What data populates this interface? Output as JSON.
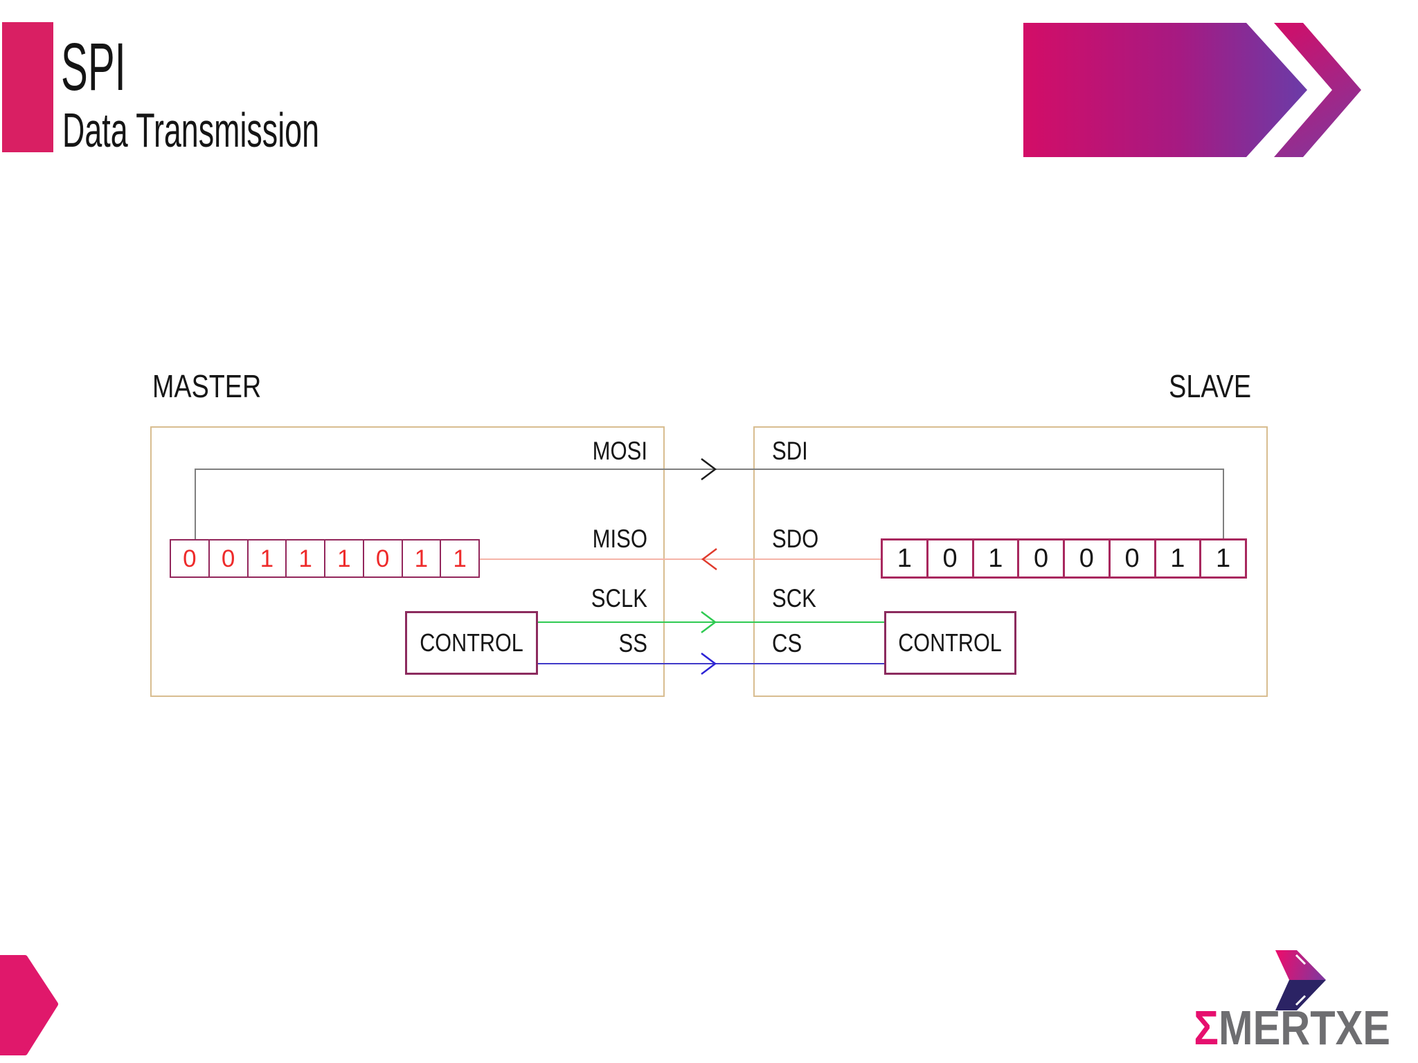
{
  "slide": {
    "title": "SPI",
    "subtitle": "Data Transmission"
  },
  "diagram": {
    "master": {
      "label": "MASTER",
      "register_bits": [
        "0",
        "0",
        "1",
        "1",
        "1",
        "0",
        "1",
        "1"
      ],
      "control_label": "CONTROL"
    },
    "slave": {
      "label": "SLAVE",
      "register_bits": [
        "1",
        "0",
        "1",
        "0",
        "0",
        "0",
        "1",
        "1"
      ],
      "control_label": "CONTROL"
    },
    "signals": [
      {
        "master_pin": "MOSI",
        "slave_pin": "SDI",
        "direction": "master-to-slave",
        "line_color": "#7f7f7f",
        "arrow_color": "#1c1c1c"
      },
      {
        "master_pin": "MISO",
        "slave_pin": "SDO",
        "direction": "slave-to-master",
        "line_color": "#f5b4a8",
        "arrow_color": "#e03a2c"
      },
      {
        "master_pin": "SCLK",
        "slave_pin": "SCK",
        "direction": "master-to-slave",
        "line_color": "#2fca52",
        "arrow_color": "#2fca52"
      },
      {
        "master_pin": "SS",
        "slave_pin": "CS",
        "direction": "master-to-slave",
        "line_color": "#413ac8",
        "arrow_color": "#2d24d6"
      }
    ],
    "master_bit_color": "#ee2b2b",
    "slave_bit_color": "#161616"
  },
  "logo": {
    "sigma": "Σ",
    "rest": "MERTXE"
  },
  "colors": {
    "accent_pink": "#d91f63",
    "header_gradient_start": "#d30d67",
    "header_gradient_end": "#6a3ca8",
    "outer_box_border": "#d8bd90",
    "master_register_border": "#93275c",
    "slave_register_border": "#a8285e",
    "control_border": "#8c2b5e",
    "logo_gray": "#6e6e71",
    "logo_pink": "#e60f6e",
    "logo_navy": "#2b2364"
  }
}
